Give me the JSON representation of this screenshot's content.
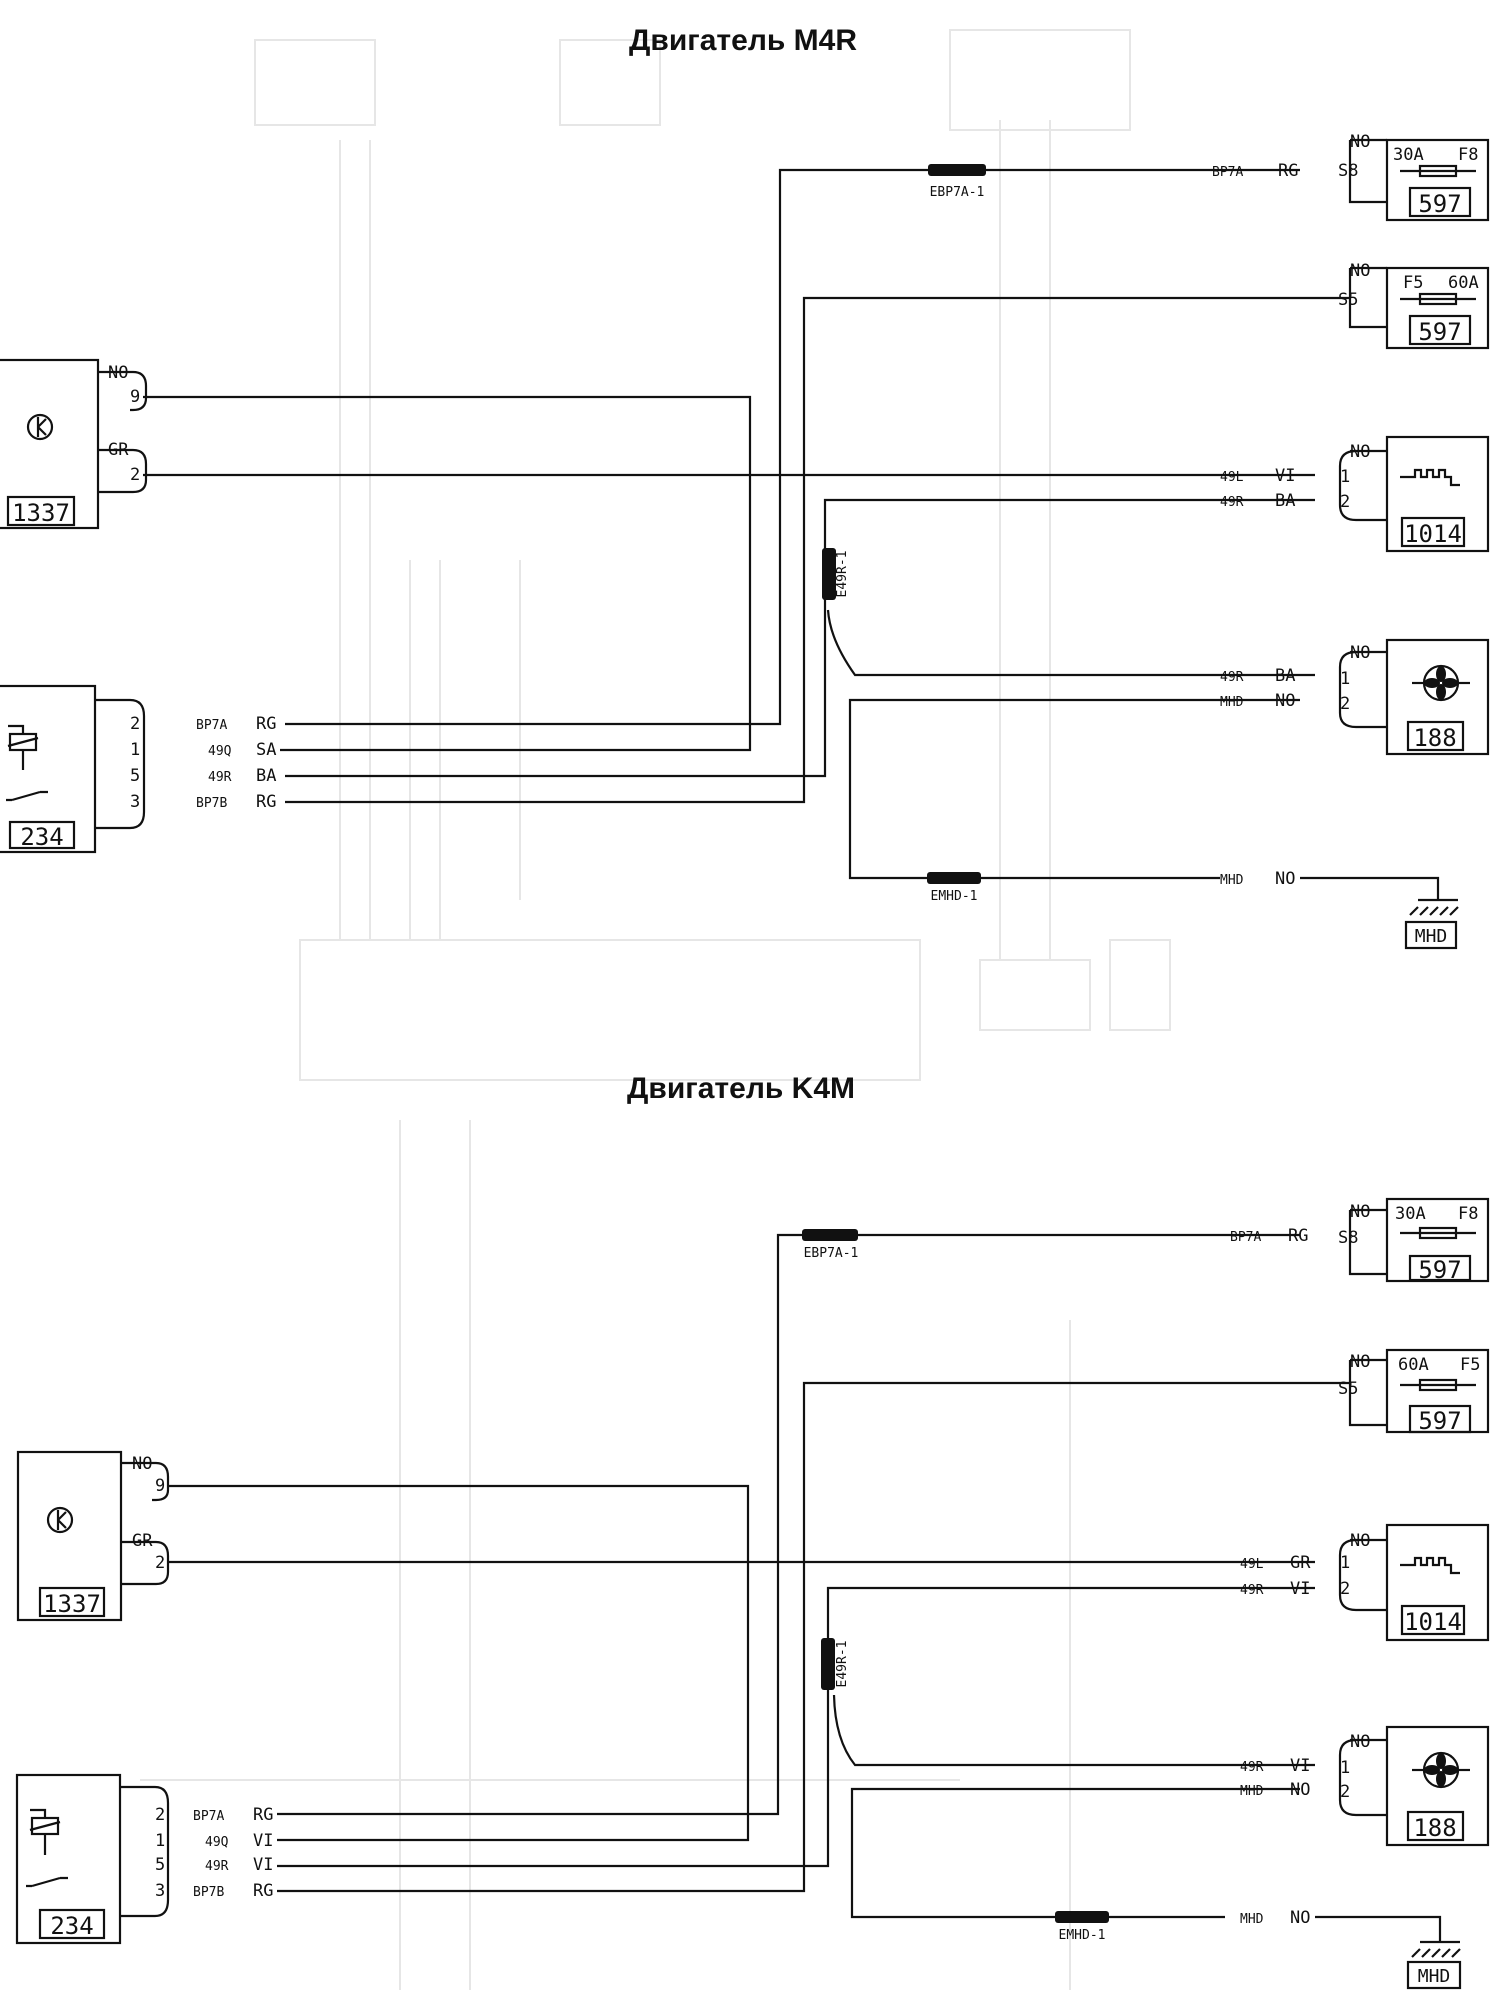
{
  "diagrams": [
    {
      "title": "Двигатель M4R",
      "fuse_f8": {
        "pin": "S8",
        "ground": "NO",
        "rating": "30A",
        "fuse": "F8",
        "number": "597",
        "wire": "BP7A",
        "color": "RG"
      },
      "fuse_f5": {
        "pin": "S5",
        "ground": "NO",
        "rating": "60A",
        "fuse": "F5",
        "number": "597"
      },
      "sensor_1337": {
        "number": "1337",
        "pin_a": "9",
        "pin_a_color": "NO",
        "pin_b": "2",
        "pin_b_color": "GR"
      },
      "heater_1014": {
        "number": "1014",
        "ground": "NO",
        "pin1": "1",
        "pin2": "2",
        "w1": "49L",
        "c1": "VI",
        "w2": "49R",
        "c2": "BA"
      },
      "fan_188": {
        "number": "188",
        "ground": "NO",
        "pin1": "1",
        "pin2": "2",
        "w1": "49R",
        "c1": "BA",
        "w2": "MHD",
        "c2": "NO"
      },
      "relay_234": {
        "number": "234",
        "pins": [
          "2",
          "1",
          "5",
          "3"
        ],
        "wires": [
          "BP7A",
          "49Q",
          "49R",
          "BP7B"
        ],
        "colors": [
          "RG",
          "SA",
          "BA",
          "RG"
        ]
      },
      "splice_bp7a": "EBP7A-1",
      "splice_49r": "E49R-1",
      "splice_mhd": "EMHD-1",
      "ground": {
        "label": "MHD",
        "wire": "MHD",
        "color": "NO"
      }
    },
    {
      "title": "Двигатель K4M",
      "fuse_f8": {
        "pin": "S8",
        "ground": "NO",
        "rating": "30A",
        "fuse": "F8",
        "number": "597",
        "wire": "BP7A",
        "color": "RG"
      },
      "fuse_f5": {
        "pin": "S5",
        "ground": "NO",
        "rating": "60A",
        "fuse": "F5",
        "number": "597"
      },
      "sensor_1337": {
        "number": "1337",
        "pin_a": "9",
        "pin_a_color": "NO",
        "pin_b": "2",
        "pin_b_color": "GR"
      },
      "heater_1014": {
        "number": "1014",
        "ground": "NO",
        "pin1": "1",
        "pin2": "2",
        "w1": "49L",
        "c1": "GR",
        "w2": "49R",
        "c2": "VI"
      },
      "fan_188": {
        "number": "188",
        "ground": "NO",
        "pin1": "1",
        "pin2": "2",
        "w1": "49R",
        "c1": "VI",
        "w2": "MHD",
        "c2": "NO"
      },
      "relay_234": {
        "number": "234",
        "pins": [
          "2",
          "1",
          "5",
          "3"
        ],
        "wires": [
          "BP7A",
          "49Q",
          "49R",
          "BP7B"
        ],
        "colors": [
          "RG",
          "VI",
          "VI",
          "RG"
        ]
      },
      "splice_bp7a": "EBP7A-1",
      "splice_49r": "E49R-1",
      "splice_mhd": "EMHD-1",
      "ground": {
        "label": "MHD",
        "wire": "MHD",
        "color": "NO"
      }
    }
  ]
}
